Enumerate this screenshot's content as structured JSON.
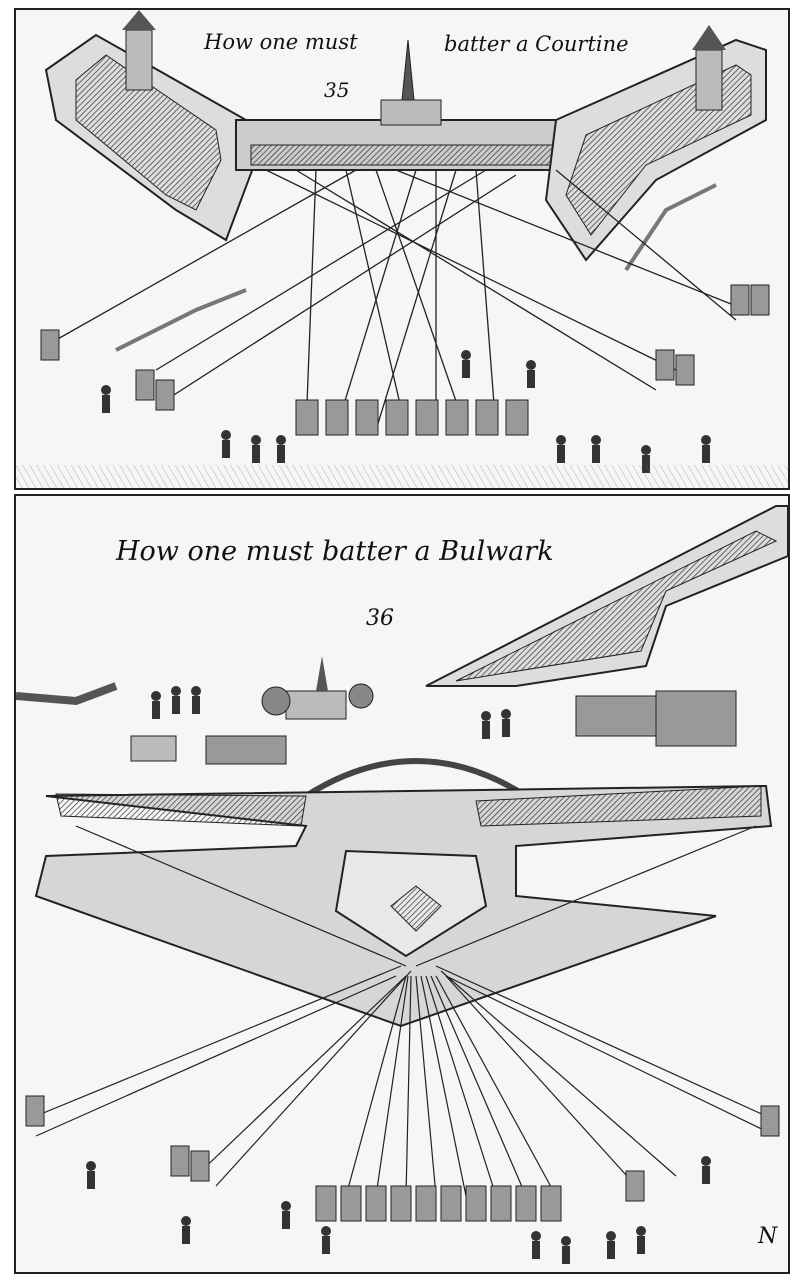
{
  "plates": [
    {
      "caption_left": "How one must",
      "caption_right": "batter a Courtine",
      "number": "35"
    },
    {
      "caption": "How one must batter a Bulwark",
      "number": "36",
      "signature": "N"
    }
  ]
}
